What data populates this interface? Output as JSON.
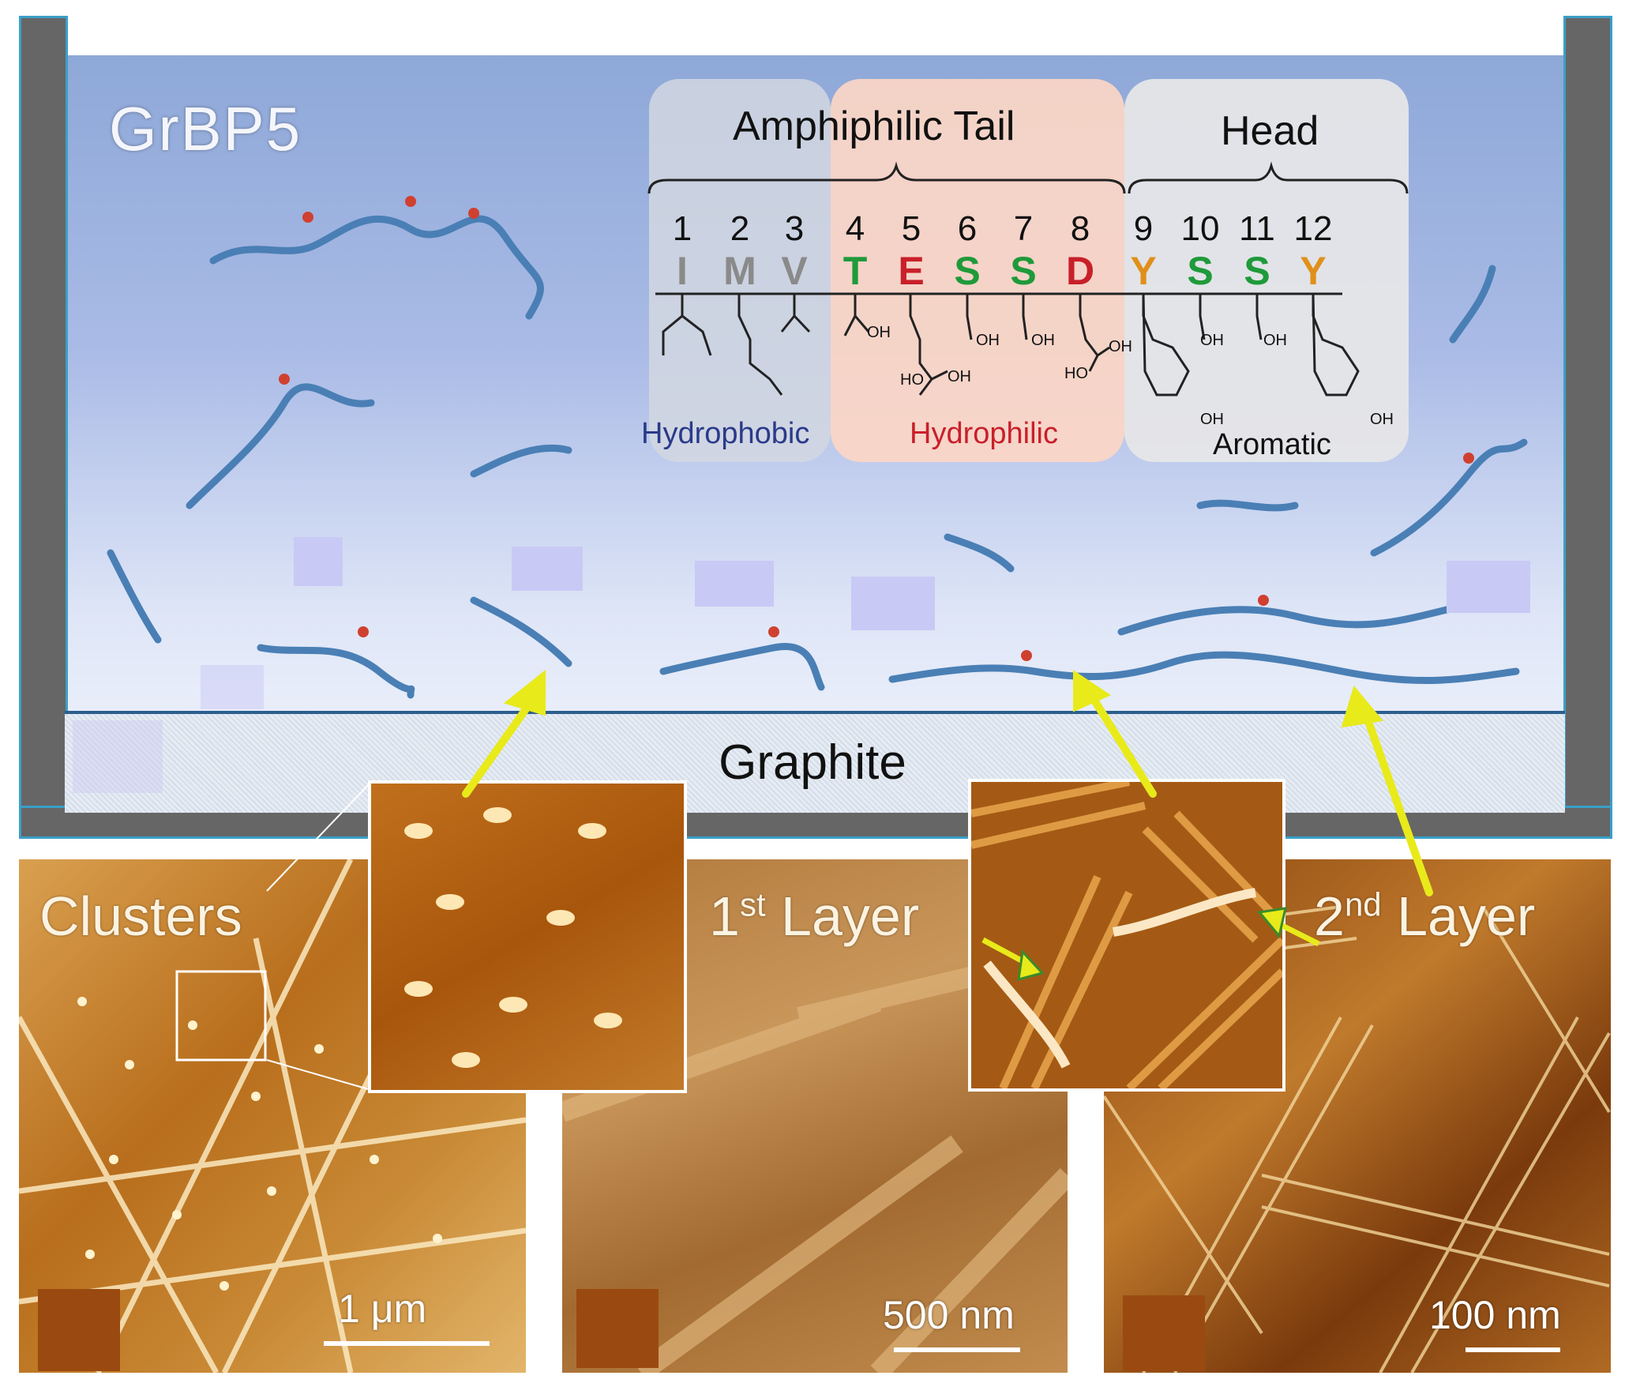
{
  "title": "GrBP5",
  "sequence_diagram": {
    "region_labels": [
      "Amphiphilic Tail",
      "Head"
    ],
    "positions": [
      "1",
      "2",
      "3",
      "4",
      "5",
      "6",
      "7",
      "8",
      "9",
      "10",
      "11",
      "12"
    ],
    "residues": [
      {
        "letter": "I",
        "color": "#8a8a8a"
      },
      {
        "letter": "M",
        "color": "#8a8a8a"
      },
      {
        "letter": "V",
        "color": "#8a8a8a"
      },
      {
        "letter": "T",
        "color": "#1f9a3a"
      },
      {
        "letter": "E",
        "color": "#c8202a"
      },
      {
        "letter": "S",
        "color": "#1f9a3a"
      },
      {
        "letter": "S",
        "color": "#1f9a3a"
      },
      {
        "letter": "D",
        "color": "#c8202a"
      },
      {
        "letter": "Y",
        "color": "#e0901a"
      },
      {
        "letter": "S",
        "color": "#1f9a3a"
      },
      {
        "letter": "S",
        "color": "#1f9a3a"
      },
      {
        "letter": "Y",
        "color": "#e0901a"
      }
    ],
    "categories": [
      {
        "label": "Hydrophobic",
        "color": "#2a3a8a"
      },
      {
        "label": "Hydrophilic",
        "color": "#c8202a"
      },
      {
        "label": "Aromatic",
        "color": "#111111"
      }
    ],
    "side_chain_labels": [
      "OH",
      "OH",
      "OH",
      "OH",
      "OH",
      "HO",
      "HO",
      "OH",
      "OH",
      "OH",
      "OH"
    ]
  },
  "substrate_label": "Graphite",
  "panels": [
    {
      "label": "Clusters",
      "scale": "1 μm"
    },
    {
      "label_main": "1",
      "label_sup": "st",
      "label_rest": " Layer",
      "scale": "500 nm"
    },
    {
      "label_main": "2",
      "label_sup": "nd",
      "label_rest": " Layer",
      "scale": "100 nm"
    }
  ],
  "colors": {
    "arrow": "#e8ea1a",
    "afm_dark": "#7a3f08",
    "afm_light": "#f6dc9a",
    "peptide": "#4a7fb5"
  }
}
